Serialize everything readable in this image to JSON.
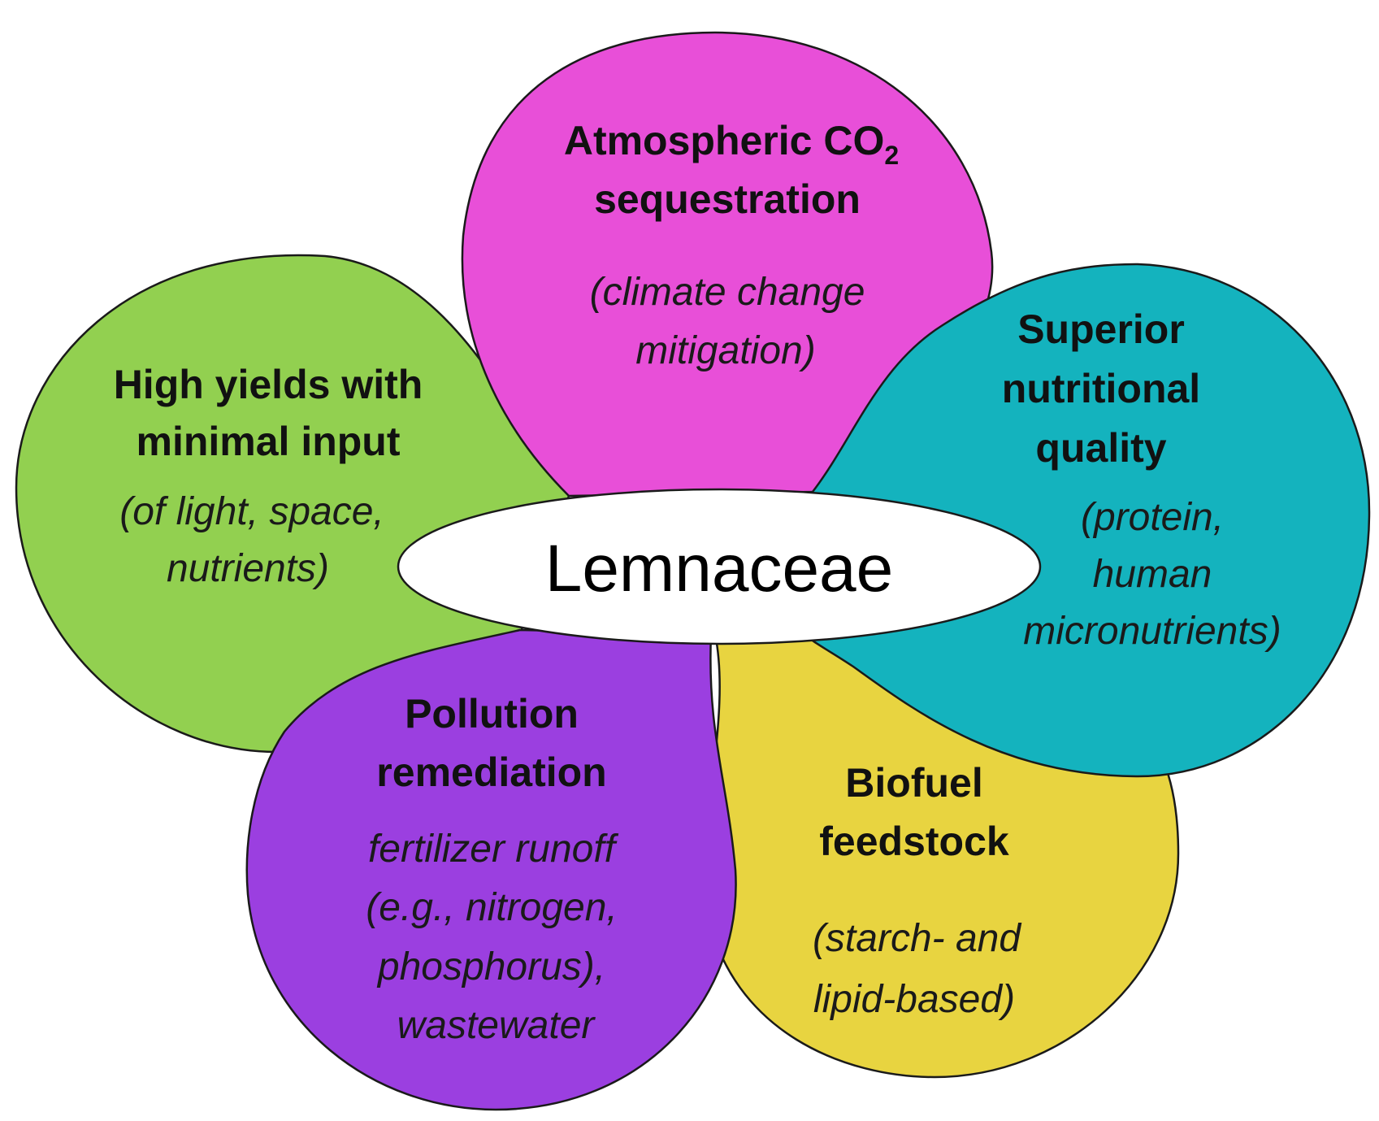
{
  "colors": {
    "green": "#92d050",
    "magenta": "#e84fd8",
    "teal": "#14b3be",
    "yellow": "#e8d440",
    "purple": "#9b3fe0",
    "center": "#ffffff",
    "outline": "#1a1a1a"
  },
  "center": {
    "label": "Lemnaceae"
  },
  "petals": {
    "green": {
      "title_line1": "High yields with",
      "title_line2": "minimal input",
      "note_line1": "(of light, space,",
      "note_line2": "nutrients)"
    },
    "magenta": {
      "title_line1_main": "Atmospheric CO",
      "title_line1_sub": "2",
      "title_line2": "sequestration",
      "note_line1": "(climate change",
      "note_line2": "mitigation)"
    },
    "teal": {
      "title_line1": "Superior",
      "title_line2": "nutritional",
      "title_line3": "quality",
      "note_line1": "(protein,",
      "note_line2": "human",
      "note_line3": "micronutrients)"
    },
    "purple": {
      "title_line1": "Pollution",
      "title_line2": "remediation",
      "note_line1": "fertilizer runoff",
      "note_line2": "(e.g., nitrogen,",
      "note_line3": "phosphorus),",
      "note_line4": "wastewater"
    },
    "yellow": {
      "title_line1": "Biofuel",
      "title_line2": "feedstock",
      "note_line1": "(starch- and",
      "note_line2": "lipid-based)"
    }
  }
}
